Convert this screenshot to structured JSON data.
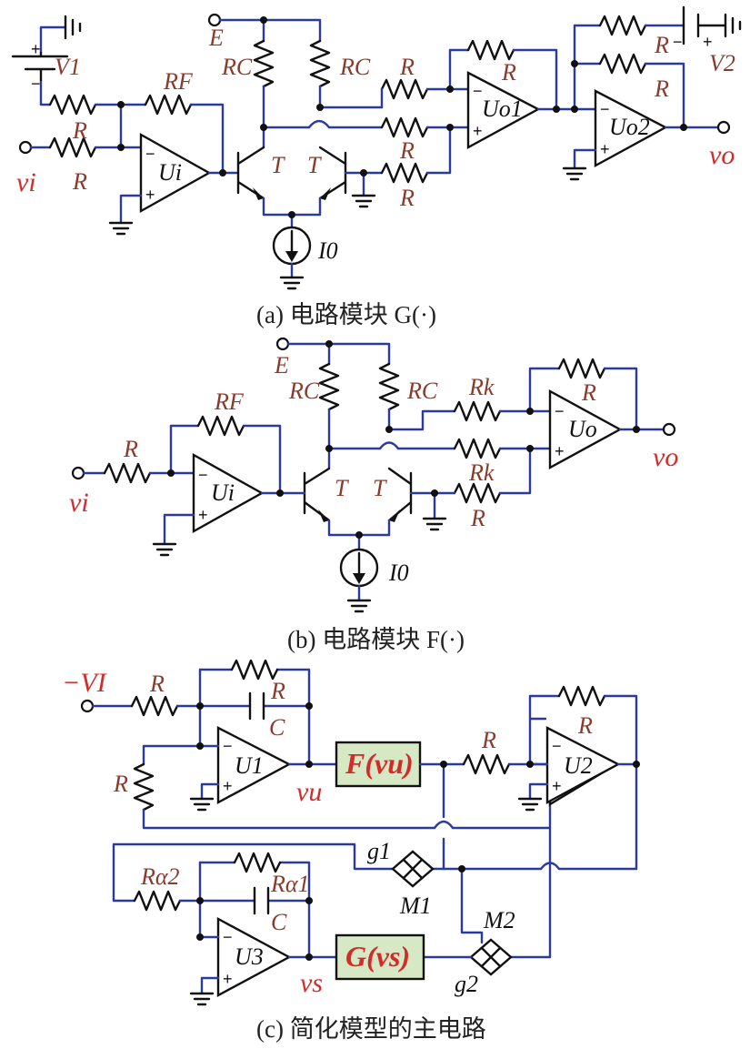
{
  "captions": {
    "a": "(a) 电路模块 G(·)",
    "b": "(b) 电路模块 F(·)",
    "c": "(c) 简化模型的主电路"
  },
  "labels": {
    "E": "E",
    "RC": "RC",
    "RF": "RF",
    "R": "R",
    "Rk": "Rk",
    "T": "T",
    "I0": "I0",
    "V1": "V1",
    "V2": "V2",
    "vi": "vi",
    "vo": "vo",
    "Ui": "Ui",
    "Uo": "Uo",
    "Uo1": "Uo1",
    "Uo2": "Uo2",
    "U1": "U1",
    "U2": "U2",
    "U3": "U3",
    "C": "C",
    "Ralpha1": "Rα1",
    "Ralpha2": "Rα2",
    "VI": "−VI",
    "vu": "vu",
    "vs": "vs",
    "g1": "g1",
    "g2": "g2",
    "M1": "M1",
    "M2": "M2",
    "F_block": "F(vu)",
    "G_block": "G(vs)"
  }
}
